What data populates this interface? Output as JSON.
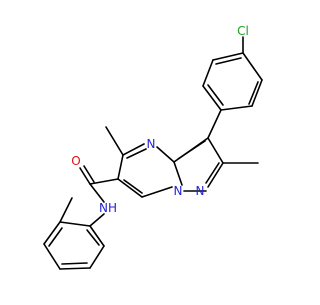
{
  "molecule": {
    "atom_labels": {
      "chlorine": "Cl",
      "pyrimidine_nitrogen": "N",
      "pyrazole_nitrogen_bridge": "N",
      "pyrazole_nitrogen": "N",
      "amide_oxygen": "O",
      "amide_nh": "NH"
    },
    "colors": {
      "bond": "#000000",
      "chlorine": "#1fa01f",
      "nitrogen": "#2323d8",
      "oxygen": "#e01010",
      "background": "#ffffff"
    }
  }
}
